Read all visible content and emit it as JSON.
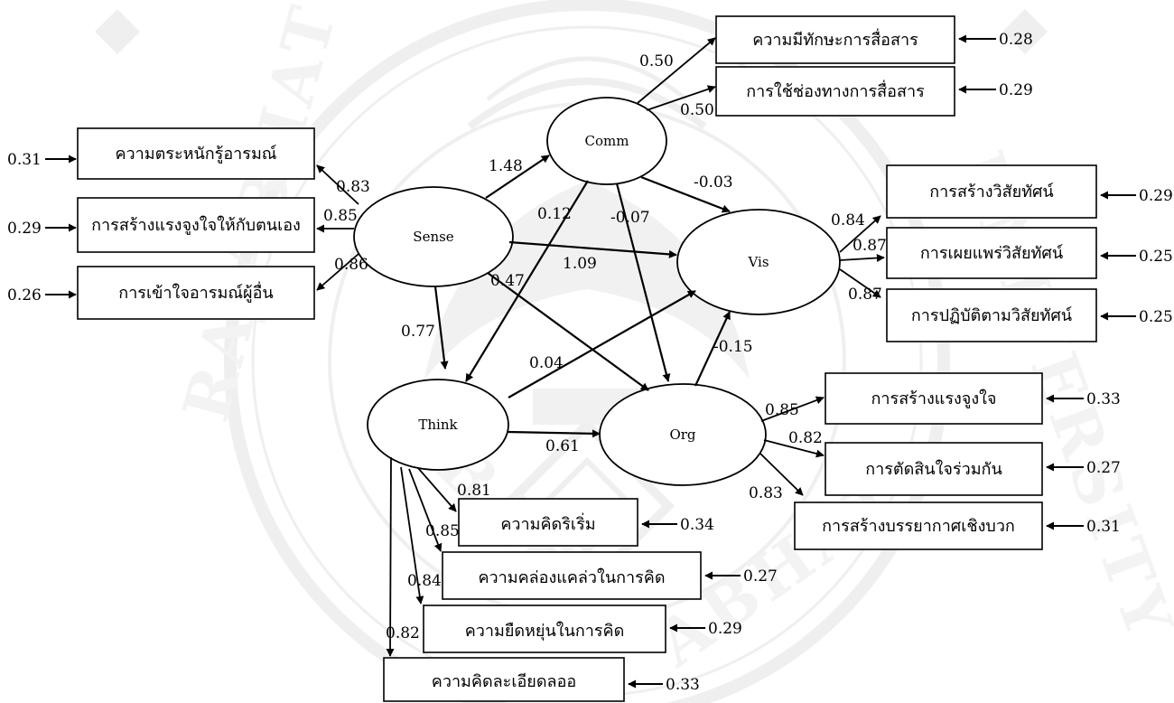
{
  "watermark": {
    "color": "#9a9a9a",
    "text_left": "RAJABHAT",
    "text_bottom_left": "BAR",
    "text_bottom_right": "ABHAT",
    "text_right": "UNIVERSITY"
  },
  "diagram": {
    "latent": {
      "sense": "Sense",
      "comm": "Comm",
      "vis": "Vis",
      "think": "Think",
      "org": "Org"
    },
    "indicators": {
      "sense_1": "ความตระหนักรู้อารมณ์",
      "sense_2": "การสร้างแรงจูงใจให้กับตนเอง",
      "sense_3": "การเข้าใจอารมณ์ผู้อื่น",
      "comm_1": "ความมีทักษะการสื่อสาร",
      "comm_2": "การใช้ช่องทางการสื่อสาร",
      "vis_1": "การสร้างวิสัยทัศน์",
      "vis_2": "การเผยแพร่วิสัยทัศน์",
      "vis_3": "การปฏิบัติตามวิสัยทัศน์",
      "org_1": "การสร้างแรงจูงใจ",
      "org_2": "การตัดสินใจร่วมกัน",
      "org_3": "การสร้างบรรยากาศเชิงบวก",
      "think_1": "ความคิดริเริ่ม",
      "think_2": "ความคล่องแคล่วในการคิด",
      "think_3": "ความยืดหยุ่นในการคิด",
      "think_4": "ความคิดละเอียดลออ"
    },
    "errors": {
      "sense_1": "0.31",
      "sense_2": "0.29",
      "sense_3": "0.26",
      "comm_1": "0.28",
      "comm_2": "0.29",
      "vis_1": "0.29",
      "vis_2": "0.25",
      "vis_3": "0.25",
      "org_1": "0.33",
      "org_2": "0.27",
      "org_3": "0.31",
      "think_1": "0.34",
      "think_2": "0.27",
      "think_3": "0.29",
      "think_4": "0.33"
    },
    "loadings": {
      "sense_1": "0.83",
      "sense_2": "0.85",
      "sense_3": "0.86",
      "comm_1": "0.50",
      "comm_2": "0.50",
      "vis_1": "0.84",
      "vis_2": "0.87",
      "vis_3": "0.87",
      "org_1": "0.85",
      "org_2": "0.82",
      "org_3": "0.83",
      "think_1": "0.81",
      "think_2": "0.85",
      "think_3": "0.84",
      "think_4": "0.82"
    },
    "paths": {
      "sense_comm": "1.48",
      "sense_vis": "1.09",
      "sense_org": "0.47",
      "sense_think": "0.77",
      "comm_vis": "-0.03",
      "comm_think": "0.12",
      "comm_org": "-0.07",
      "think_vis": "0.04",
      "think_org": "0.61",
      "org_vis": "-0.15"
    }
  }
}
